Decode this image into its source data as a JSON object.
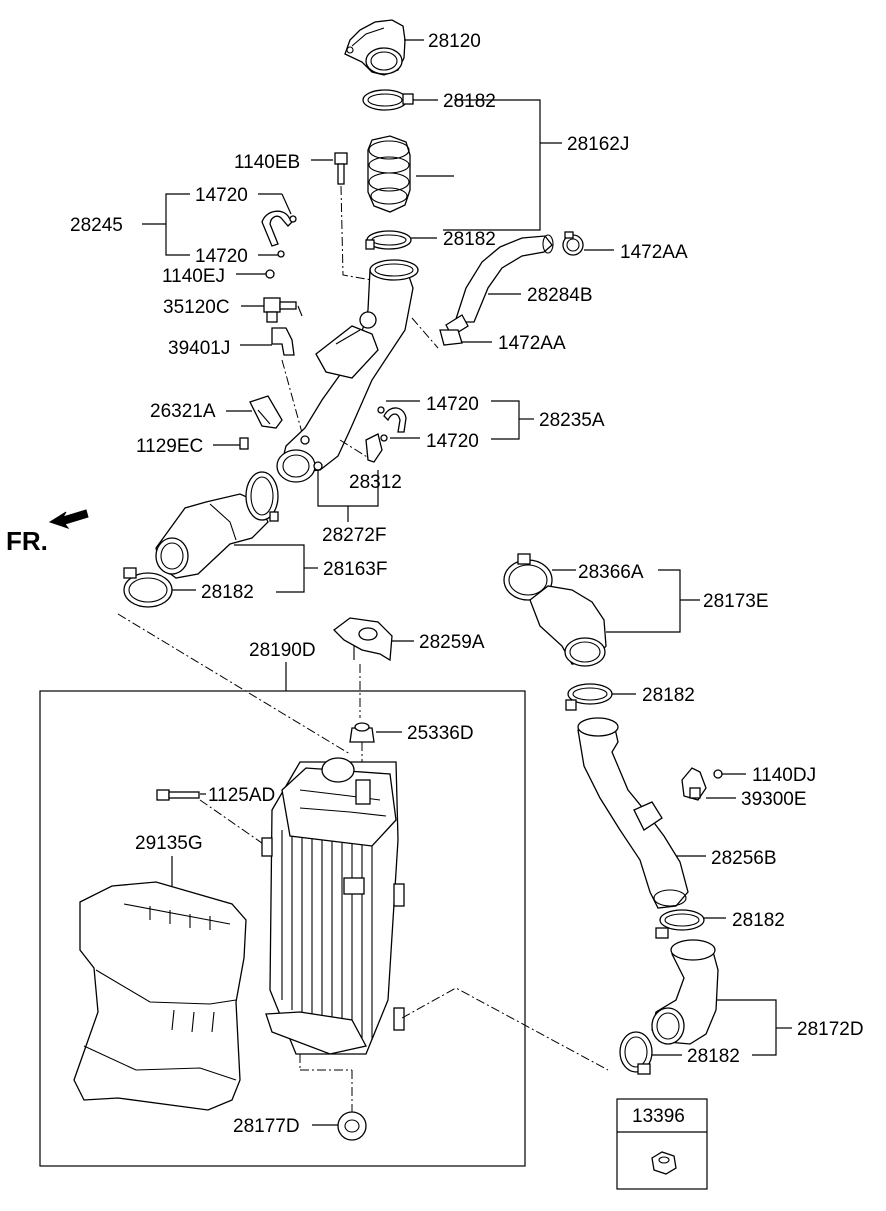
{
  "direction_label": "FR.",
  "callouts": {
    "c28120": "28120",
    "c28182_top": "28182",
    "c28162J": "28162J",
    "c1140EB": "1140EB",
    "c14720_a": "14720",
    "c28245": "28245",
    "c14720_b": "14720",
    "c28182_b": "28182",
    "c1472AA_a": "1472AA",
    "c1140EJ": "1140EJ",
    "c28284B": "28284B",
    "c35120C": "35120C",
    "c1472AA_b": "1472AA",
    "c39401J": "39401J",
    "c26321A": "26321A",
    "c14720_c": "14720",
    "c28235A": "28235A",
    "c14720_d": "14720",
    "c1129EC": "1129EC",
    "c28312": "28312",
    "c28272F": "28272F",
    "c28163F": "28163F",
    "c28182_c": "28182",
    "c28366A": "28366A",
    "c28173E": "28173E",
    "c28259A": "28259A",
    "c28190D": "28190D",
    "c28182_d": "28182",
    "c25336D": "25336D",
    "c1140DJ": "1140DJ",
    "c1125AD": "1125AD",
    "c39300E": "39300E",
    "c29135G": "29135G",
    "c28256B": "28256B",
    "c28182_e": "28182",
    "c28172D": "28172D",
    "c28182_f": "28182",
    "c28177D": "28177D",
    "c13396": "13396"
  }
}
